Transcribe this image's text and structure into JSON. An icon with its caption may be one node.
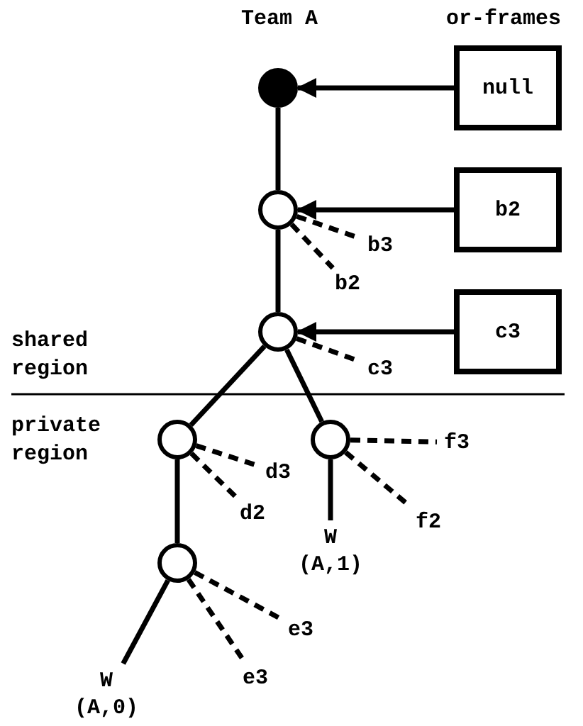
{
  "diagram": {
    "nodes": [
      {
        "text": [],
        "shape": "circle"
      },
      {
        "text": [
          "null"
        ]
      },
      {
        "text": [],
        "shape": "circle"
      },
      {
        "text": [
          "b2"
        ]
      },
      {
        "text": [],
        "shape": "circle"
      },
      {
        "text": [
          "c3"
        ]
      },
      {
        "text": [],
        "shape": "circle"
      },
      {
        "text": [],
        "shape": "circle"
      },
      {
        "text": [],
        "shape": "circle"
      },
      {
        "text": [
          "W (A,1)"
        ]
      },
      {
        "text": [
          "W (A,0)"
        ]
      },
      {
        "text": [
          "b3"
        ]
      },
      {
        "text": [
          "b2"
        ]
      },
      {
        "text": [
          "c3"
        ]
      },
      {
        "text": [
          "d3"
        ]
      },
      {
        "text": [
          "d2"
        ]
      },
      {
        "text": [
          "f3"
        ]
      },
      {
        "text": [
          "f2"
        ]
      },
      {
        "text": [
          "e3"
        ]
      },
      {
        "text": [
          "e3"
        ]
      }
    ],
    "edges": [
      {
        "from": 1,
        "to": 0,
        "arrow": "to"
      },
      {
        "from": 3,
        "to": 2,
        "arrow": "to"
      },
      {
        "from": 5,
        "to": 4,
        "arrow": "to"
      },
      {
        "from": 0,
        "to": 2,
        "arrow": "none"
      },
      {
        "from": 2,
        "to": 4,
        "arrow": "none"
      },
      {
        "from": 4,
        "to": 6,
        "arrow": "none"
      },
      {
        "from": 4,
        "to": 7,
        "arrow": "none"
      },
      {
        "from": 6,
        "to": 8,
        "arrow": "none"
      },
      {
        "from": 7,
        "to": 9,
        "arrow": "none"
      },
      {
        "from": 8,
        "to": 10,
        "arrow": "none"
      },
      {
        "from": 2,
        "to": 11,
        "arrow": "none",
        "style": "dashed"
      },
      {
        "from": 2,
        "to": 12,
        "arrow": "none",
        "style": "dashed"
      },
      {
        "from": 4,
        "to": 13,
        "arrow": "none",
        "style": "dashed"
      },
      {
        "from": 6,
        "to": 14,
        "arrow": "none",
        "style": "dashed"
      },
      {
        "from": 6,
        "to": 15,
        "arrow": "none",
        "style": "dashed"
      },
      {
        "from": 7,
        "to": 16,
        "arrow": "none",
        "style": "dashed"
      },
      {
        "from": 7,
        "to": 17,
        "arrow": "none",
        "style": "dashed"
      },
      {
        "from": 8,
        "to": 18,
        "arrow": "none",
        "style": "dashed"
      },
      {
        "from": 8,
        "to": 19,
        "arrow": "none",
        "style": "dashed"
      }
    ],
    "labels": [
      "Team A",
      "or-frames",
      "shared region",
      "private region"
    ]
  }
}
